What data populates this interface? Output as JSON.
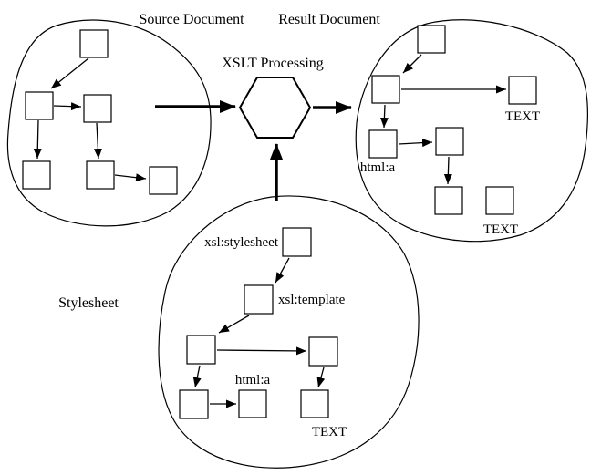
{
  "diagram": {
    "labels": {
      "source_document": "Source Document",
      "result_document": "Result Document",
      "xslt_processing": "XSLT Processing",
      "stylesheet": "Stylesheet"
    },
    "node_labels": {
      "xsl_stylesheet": "xsl:stylesheet",
      "xsl_template": "xsl:template",
      "stylesheet_html_a": "html:a",
      "stylesheet_text": "TEXT",
      "result_html_a": "html:a",
      "result_text_top": "TEXT",
      "result_text_bottom": "TEXT"
    },
    "colors": {
      "background": "#ffffff",
      "outline": "#000000",
      "document_node_fill": "#ffffff",
      "template_node_fill": "#0000ee"
    }
  }
}
